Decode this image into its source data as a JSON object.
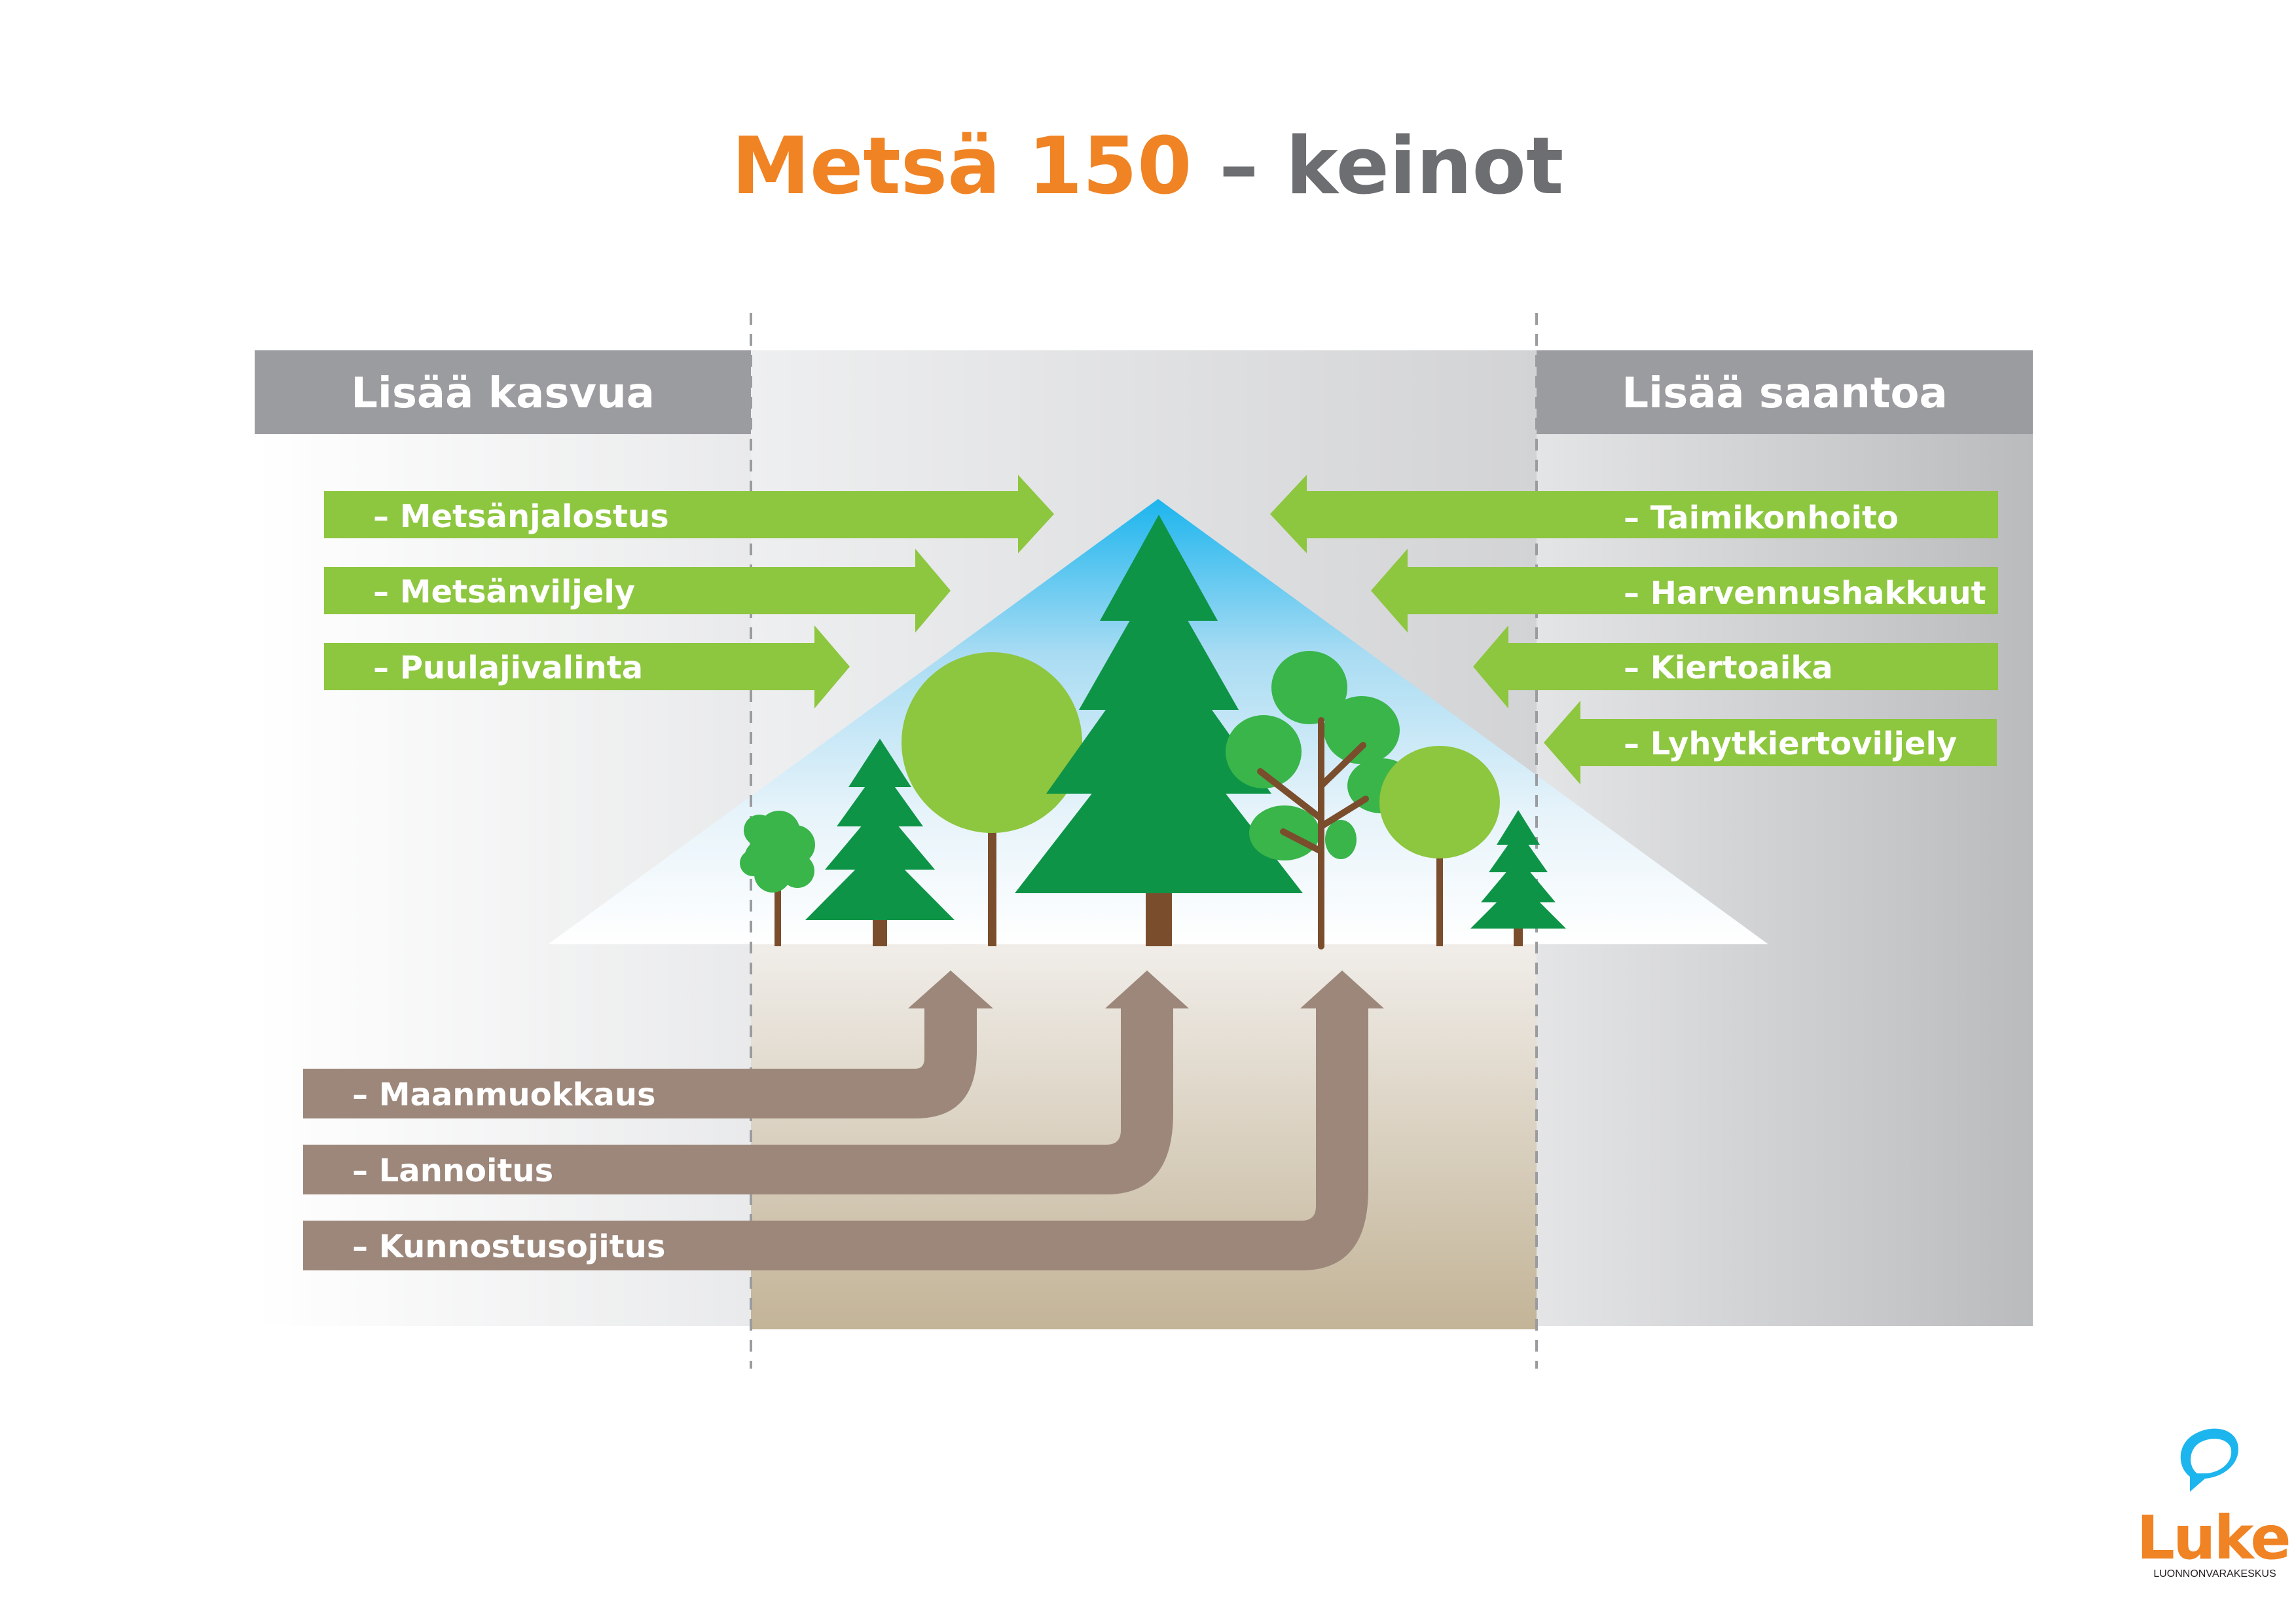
{
  "title": {
    "part1": "Metsä 150",
    "part2": " – keinot"
  },
  "headers": {
    "left": "Lisää kasvua",
    "right": "Lisää saantoa"
  },
  "left_arrows": [
    "– Metsänjalostus",
    "– Metsänviljely",
    "– Puulajivalinta"
  ],
  "right_arrows": [
    "– Taimikonhoito",
    "– Harvennushakkuut",
    "– Kiertoaika",
    "– Lyhytkiertoviljely"
  ],
  "soil_arrows": [
    "– Maanmuokkaus",
    "– Lannoitus",
    "– Kunnostusojitus"
  ],
  "logo": {
    "name": "Luke",
    "subtitle": "LUONNONVARAKESKUS"
  },
  "colors": {
    "orange": "#F08323",
    "gray_title": "#6D6E71",
    "green_arrow": "#8DC63F",
    "brown_arrow": "#9C877A",
    "header_gray": "#9B9C9F",
    "dark_tree_green": "#0E9447",
    "light_tree_green": "#8DC63F",
    "mid_tree_green": "#39B54A",
    "trunk": "#7A4E2D"
  }
}
